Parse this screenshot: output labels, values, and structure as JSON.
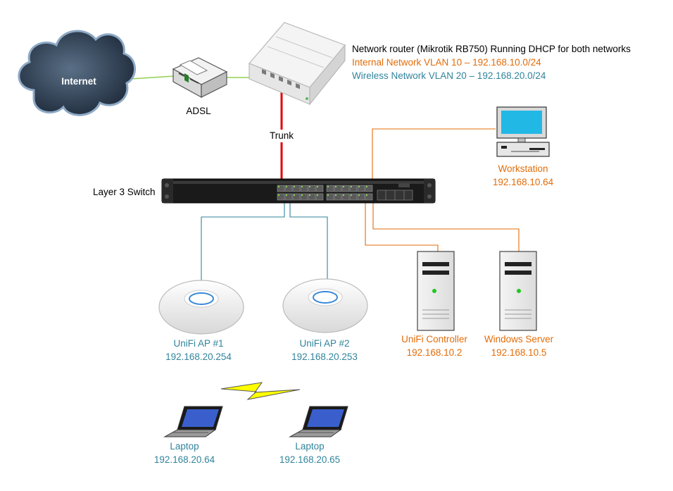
{
  "router": {
    "title": "Network router (Mikrotik RB750) Running DHCP for both networks",
    "vlan10": "Internal Network VLAN 10 – 192.168.10.0/24",
    "vlan20": "Wireless Network VLAN 20 – 192.168.20.0/24"
  },
  "internet": {
    "label": "Internet"
  },
  "adsl": {
    "label": "ADSL"
  },
  "trunk": {
    "label": "Trunk"
  },
  "switch": {
    "label": "Layer 3 Switch"
  },
  "workstation": {
    "name": "Workstation",
    "ip": "192.168.10.64"
  },
  "ap1": {
    "name": "UniFi AP #1",
    "ip": "192.168.20.254"
  },
  "ap2": {
    "name": "UniFi AP #2",
    "ip": "192.168.20.253"
  },
  "controller": {
    "name": "UniFi Controller",
    "ip": "192.168.10.2"
  },
  "server": {
    "name": "Windows Server",
    "ip": "192.168.10.5"
  },
  "laptop1": {
    "name": "Laptop",
    "ip": "192.168.20.64"
  },
  "laptop2": {
    "name": "Laptop",
    "ip": "192.168.20.65"
  },
  "colors": {
    "vlan10": "#e36c09",
    "vlan20": "#31849b",
    "trunk": "#e00000",
    "wan": "#92d050",
    "text": "#000000"
  }
}
